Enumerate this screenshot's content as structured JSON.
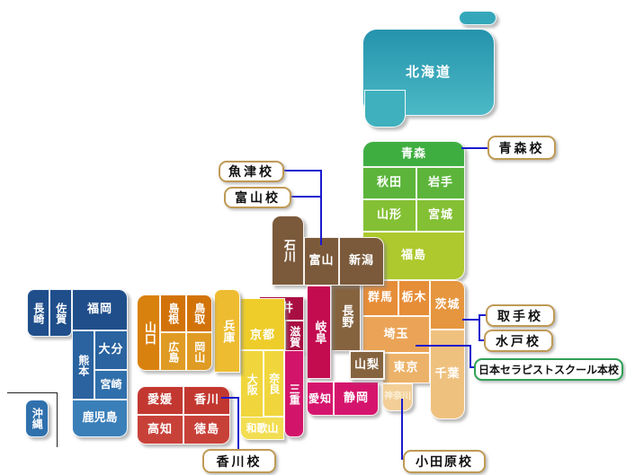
{
  "map": {
    "prefectures": {
      "hokkaido": {
        "label": "北海道"
      },
      "aomori": {
        "label": "青森"
      },
      "akita": {
        "label": "秋田"
      },
      "iwate": {
        "label": "岩手"
      },
      "yamagata": {
        "label": "山形"
      },
      "miyagi": {
        "label": "宮城"
      },
      "fukushima": {
        "label": "福島"
      },
      "niigata": {
        "label": "新潟"
      },
      "toyama": {
        "label": "富山"
      },
      "ishikawa": {
        "label": "石川"
      },
      "fukui": {
        "label": "福井"
      },
      "nagano": {
        "label": "長野"
      },
      "yamanashi": {
        "label": "山梨"
      },
      "gunma": {
        "label": "群馬"
      },
      "tochigi": {
        "label": "栃木"
      },
      "ibaraki": {
        "label": "茨城"
      },
      "saitama": {
        "label": "埼玉"
      },
      "tokyo": {
        "label": "東京"
      },
      "chiba": {
        "label": "千葉"
      },
      "kanagawa": {
        "label": "神奈川"
      },
      "gifu": {
        "label": "岐阜"
      },
      "shizuoka": {
        "label": "静岡"
      },
      "aichi": {
        "label": "愛知"
      },
      "mie": {
        "label": "三重"
      },
      "shiga": {
        "label": "滋賀"
      },
      "kyoto": {
        "label": "京都"
      },
      "osaka": {
        "label": "大阪"
      },
      "nara": {
        "label": "奈良"
      },
      "wakayama": {
        "label": "和歌山"
      },
      "hyogo": {
        "label": "兵庫"
      },
      "tottori": {
        "label": "鳥取"
      },
      "shimane": {
        "label": "島根"
      },
      "okayama": {
        "label": "岡山"
      },
      "hiroshima": {
        "label": "広島"
      },
      "yamaguchi": {
        "label": "山口"
      },
      "kagawa": {
        "label": "香川"
      },
      "ehime": {
        "label": "愛媛"
      },
      "tokushima": {
        "label": "徳島"
      },
      "kochi": {
        "label": "高知"
      },
      "fukuoka": {
        "label": "福岡"
      },
      "saga": {
        "label": "佐賀"
      },
      "nagasaki": {
        "label": "長崎"
      },
      "kumamoto": {
        "label": "熊本"
      },
      "oita": {
        "label": "大分"
      },
      "miyazaki": {
        "label": "宮崎"
      },
      "kagoshima": {
        "label": "鹿児島"
      },
      "okinawa": {
        "label": "沖縄"
      }
    },
    "callouts": {
      "aomori_school": {
        "label": "青森校"
      },
      "uozu_school": {
        "label": "魚津校"
      },
      "toyama_school": {
        "label": "富山校"
      },
      "toride_school": {
        "label": "取手校"
      },
      "mito_school": {
        "label": "水戸校"
      },
      "main_school": {
        "label": "日本セラピストスクール本校"
      },
      "odawara_school": {
        "label": "小田原校"
      },
      "kagawa_school": {
        "label": "香川校"
      }
    },
    "colors": {
      "hokkaido_teal_top": "#2593ac",
      "hokkaido_teal_bottom": "#4cb9c6",
      "tohoku_green": "#3fae41",
      "fukushima_yellowgreen": "#adc92d",
      "kanto_orange": "#e68d38",
      "kanto_tan": "#f3cf97",
      "hokuriku_brown": "#7b5a3b",
      "nagano_brown": "#86633f",
      "fukui_maroon": "#a90e42",
      "gifu_crimson": "#c30b50",
      "tokai_magenta": "#d5156d",
      "kansai_yellow": "#eecd2a",
      "hyogo_gold": "#edbc31",
      "chugoku_orange": "#d2730a",
      "shikoku_red": "#c23831",
      "kyushu_blue_top": "#1f4e8b",
      "kyushu_blue_bottom": "#3a7fb8",
      "connector_line": "#1a1ace",
      "callout_border": "#bf9a55",
      "main_school_border": "#2fa156"
    }
  }
}
